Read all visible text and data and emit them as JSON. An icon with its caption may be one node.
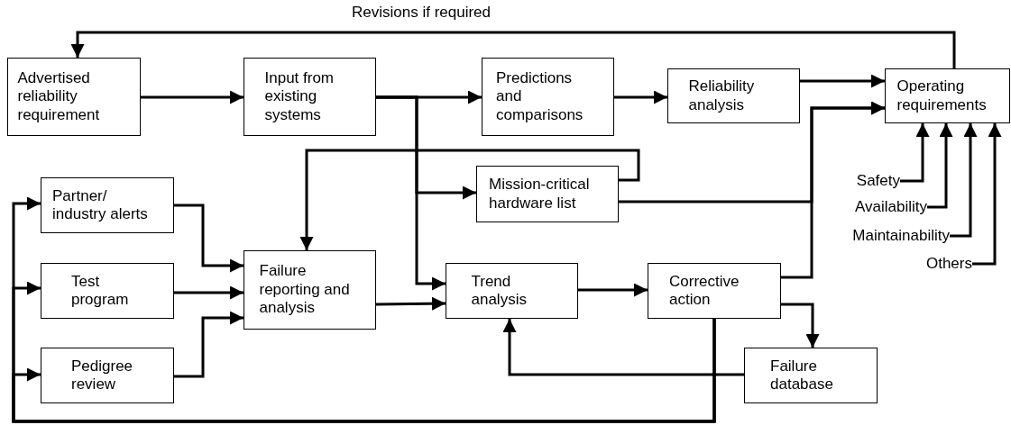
{
  "diagram": {
    "nodes": [
      {
        "text": [
          "Advertised reliability requirement"
        ]
      },
      {
        "text": [
          "Input from existing systems"
        ]
      },
      {
        "text": [
          "Predictions and comparisons"
        ]
      },
      {
        "text": [
          "Reliability analysis"
        ]
      },
      {
        "text": [
          "Operating requirements"
        ]
      },
      {
        "text": [
          "Mission-critical hardware list"
        ]
      },
      {
        "text": [
          "Partner/ industry alerts"
        ]
      },
      {
        "text": [
          "Test program"
        ]
      },
      {
        "text": [
          "Pedigree review"
        ]
      },
      {
        "text": [
          "Failure reporting and analysis"
        ]
      },
      {
        "text": [
          "Trend analysis"
        ]
      },
      {
        "text": [
          "Corrective action"
        ]
      },
      {
        "text": [
          "Failure database"
        ]
      },
      {
        "text": [
          "Safety"
        ]
      },
      {
        "text": [
          "Availability"
        ]
      },
      {
        "text": [
          "Maintainability"
        ]
      },
      {
        "text": [
          "Others"
        ]
      }
    ],
    "edges": [
      {
        "from": 4,
        "to": 0,
        "arrow": "to",
        "label": "Revisions if required"
      },
      {
        "from": 0,
        "to": 1,
        "arrow": "to"
      },
      {
        "from": 1,
        "to": 2,
        "arrow": "to"
      },
      {
        "from": 2,
        "to": 3,
        "arrow": "to"
      },
      {
        "from": 3,
        "to": 4,
        "arrow": "to"
      },
      {
        "from": 1,
        "to": 5,
        "arrow": "to"
      },
      {
        "from": 1,
        "to": 10,
        "arrow": "to"
      },
      {
        "from": 5,
        "to": 9,
        "arrow": "to"
      },
      {
        "from": 5,
        "to": 4,
        "arrow": "to"
      },
      {
        "from": 6,
        "to": 9,
        "arrow": "to"
      },
      {
        "from": 7,
        "to": 9,
        "arrow": "to"
      },
      {
        "from": 8,
        "to": 9,
        "arrow": "to"
      },
      {
        "from": 9,
        "to": 10,
        "arrow": "to"
      },
      {
        "from": 10,
        "to": 11,
        "arrow": "to"
      },
      {
        "from": 11,
        "to": 4,
        "arrow": "to"
      },
      {
        "from": 11,
        "to": 12,
        "arrow": "to"
      },
      {
        "from": 12,
        "to": 10,
        "arrow": "to"
      },
      {
        "from": 11,
        "to": 6,
        "arrow": "to"
      },
      {
        "from": 11,
        "to": 7,
        "arrow": "to"
      },
      {
        "from": 11,
        "to": 8,
        "arrow": "to"
      },
      {
        "from": 13,
        "to": 4,
        "arrow": "to"
      },
      {
        "from": 14,
        "to": 4,
        "arrow": "to"
      },
      {
        "from": 15,
        "to": 4,
        "arrow": "to"
      },
      {
        "from": 16,
        "to": 4,
        "arrow": "to"
      }
    ]
  }
}
